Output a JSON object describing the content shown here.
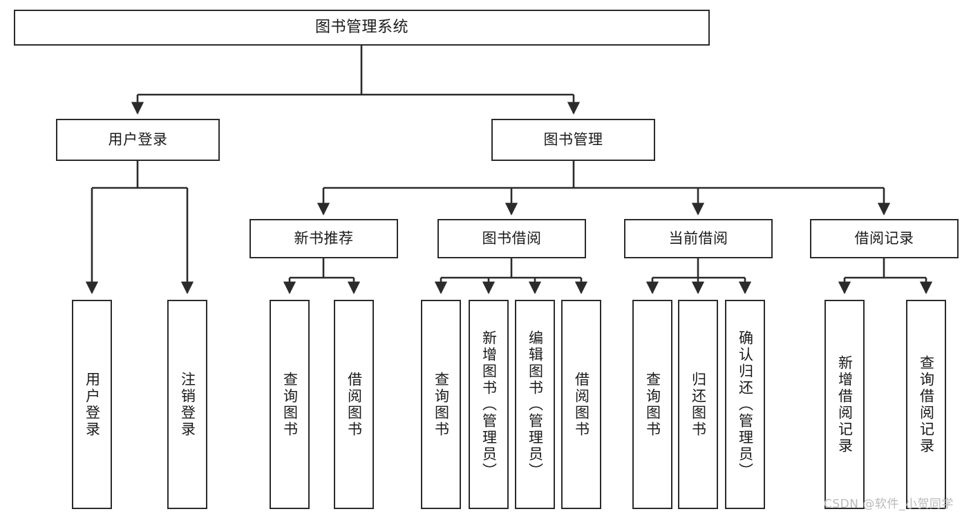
{
  "diagram": {
    "title": "图书管理系统",
    "watermark": "CSDN @软件_小贺同学",
    "colors": {
      "stroke": "#2b2b2b",
      "fill": "#ffffff",
      "text": "#1a1a1a",
      "watermark": "#b9b9b9"
    },
    "nodes": {
      "root": {
        "label": "图书管理系统"
      },
      "level2": [
        {
          "id": "user-login",
          "label": "用户登录"
        },
        {
          "id": "book-management",
          "label": "图书管理"
        }
      ],
      "level3": [
        {
          "id": "new-book-recommend",
          "label": "新书推荐"
        },
        {
          "id": "book-borrow",
          "label": "图书借阅"
        },
        {
          "id": "current-borrow",
          "label": "当前借阅"
        },
        {
          "id": "borrow-record",
          "label": "借阅记录"
        }
      ],
      "leaves": {
        "user_login": [
          {
            "id": "leaf-user-login",
            "label": "用户登录"
          },
          {
            "id": "leaf-logout-login",
            "label": "注销登录"
          }
        ],
        "new_book_recommend": [
          {
            "id": "leaf-query-book-1",
            "label": "查询图书"
          },
          {
            "id": "leaf-borrow-book-1",
            "label": "借阅图书"
          }
        ],
        "book_borrow": [
          {
            "id": "leaf-query-book-2",
            "label": "查询图书"
          },
          {
            "id": "leaf-add-book",
            "label": "新增图书（管理员）"
          },
          {
            "id": "leaf-edit-book",
            "label": "编辑图书（管理员）"
          },
          {
            "id": "leaf-borrow-book-2",
            "label": "借阅图书"
          }
        ],
        "current_borrow": [
          {
            "id": "leaf-query-book-3",
            "label": "查询图书"
          },
          {
            "id": "leaf-return-book",
            "label": "归还图书"
          },
          {
            "id": "leaf-confirm-return",
            "label": "确认归还（管理员）"
          }
        ],
        "borrow_record": [
          {
            "id": "leaf-add-record",
            "label": "新增借阅记录"
          },
          {
            "id": "leaf-query-record",
            "label": "查询借阅记录"
          }
        ]
      }
    }
  }
}
